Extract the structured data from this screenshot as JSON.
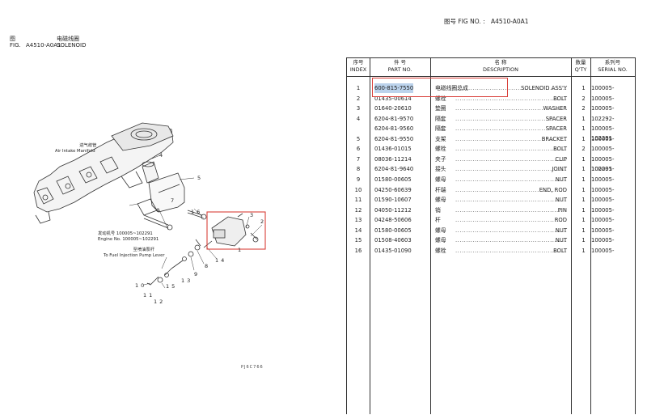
{
  "header": {
    "fig_no_label": "图号 FIG NO. :",
    "fig_no_value": "A4510-A0A1",
    "fig_label_cn": "图",
    "fig_label_en": "FIG.",
    "fig_code": "A4510-A0A1",
    "fig_name_cn": "电磁线圈",
    "fig_name_en": "SOLENOID"
  },
  "drawing": {
    "air_intake_cn": "进气歧管",
    "air_intake_en": "Air Intake Manifold",
    "engine_no_cn": "发动机号 100005~102291",
    "engine_no_en": "Engine No. 100005~102291",
    "pump_lever_cn": "至喷油泵杆",
    "pump_lever_en": "To Fuel Injection Pump Lever",
    "drawing_code": "PJ6C766",
    "callouts": [
      "1",
      "2",
      "3",
      "4",
      "5",
      "6",
      "7",
      "8",
      "9",
      "10",
      "11",
      "12",
      "13",
      "14",
      "15",
      "16"
    ]
  },
  "table": {
    "headers": {
      "index_cn": "序号",
      "index_en": "INDEX",
      "part_cn": "件 号",
      "part_en": "PART NO.",
      "desc_cn": "名 称",
      "desc_en": "DESCRIPTION",
      "qty_cn": "数量",
      "qty_en": "Q'TY",
      "serial_cn": "系列号",
      "serial_en": "SERIAL NO."
    },
    "rows": [
      {
        "index": "1",
        "part_no": "600-815-7550",
        "cn": "电磁线圈总成",
        "en": "SOLENOID ASS'Y",
        "qty": "1",
        "serial": "100005-"
      },
      {
        "index": "2",
        "part_no": "01435-00614",
        "cn": "螺栓",
        "en": "BOLT",
        "qty": "2",
        "serial": "100005-"
      },
      {
        "index": "3",
        "part_no": "01640-20610",
        "cn": "垫圈",
        "en": "WASHER",
        "qty": "2",
        "serial": "100005-"
      },
      {
        "index": "4",
        "part_no": "6204-81-9570",
        "cn": "隔套",
        "en": "SPACER",
        "qty": "1",
        "serial": "102292-"
      },
      {
        "index": "",
        "part_no": "6204-81-9560",
        "cn": "隔套",
        "en": "SPACER",
        "qty": "1",
        "serial": "100005-102291"
      },
      {
        "index": "5",
        "part_no": "6204-81-9550",
        "cn": "支架",
        "en": "BRACKET",
        "qty": "1",
        "serial": "100005-"
      },
      {
        "index": "6",
        "part_no": "01436-01015",
        "cn": "螺栓",
        "en": "BOLT",
        "qty": "2",
        "serial": "100005-"
      },
      {
        "index": "7",
        "part_no": "08036-11214",
        "cn": "夹子",
        "en": "CLIP",
        "qty": "1",
        "serial": "100005-102291"
      },
      {
        "index": "8",
        "part_no": "6204-81-9640",
        "cn": "接头",
        "en": "JOINT",
        "qty": "1",
        "serial": "100005-"
      },
      {
        "index": "9",
        "part_no": "01580-00605",
        "cn": "螺母",
        "en": "NUT",
        "qty": "1",
        "serial": "100005-"
      },
      {
        "index": "10",
        "part_no": "04250-60639",
        "cn": "杆端",
        "en": "END, ROD",
        "qty": "1",
        "serial": "100005-"
      },
      {
        "index": "11",
        "part_no": "01590-10607",
        "cn": "螺母",
        "en": "NUT",
        "qty": "1",
        "serial": "100005-"
      },
      {
        "index": "12",
        "part_no": "04050-11212",
        "cn": "销",
        "en": "PIN",
        "qty": "1",
        "serial": "100005-"
      },
      {
        "index": "13",
        "part_no": "04248-50606",
        "cn": "杆",
        "en": "ROD",
        "qty": "1",
        "serial": "100005-"
      },
      {
        "index": "14",
        "part_no": "01580-00605",
        "cn": "螺母",
        "en": "NUT",
        "qty": "1",
        "serial": "100005-"
      },
      {
        "index": "15",
        "part_no": "01508-40603",
        "cn": "螺母",
        "en": "NUT",
        "qty": "1",
        "serial": "100005-"
      },
      {
        "index": "16",
        "part_no": "01435-01090",
        "cn": "螺栓",
        "en": "BOLT",
        "qty": "1",
        "serial": "100005-"
      }
    ]
  }
}
